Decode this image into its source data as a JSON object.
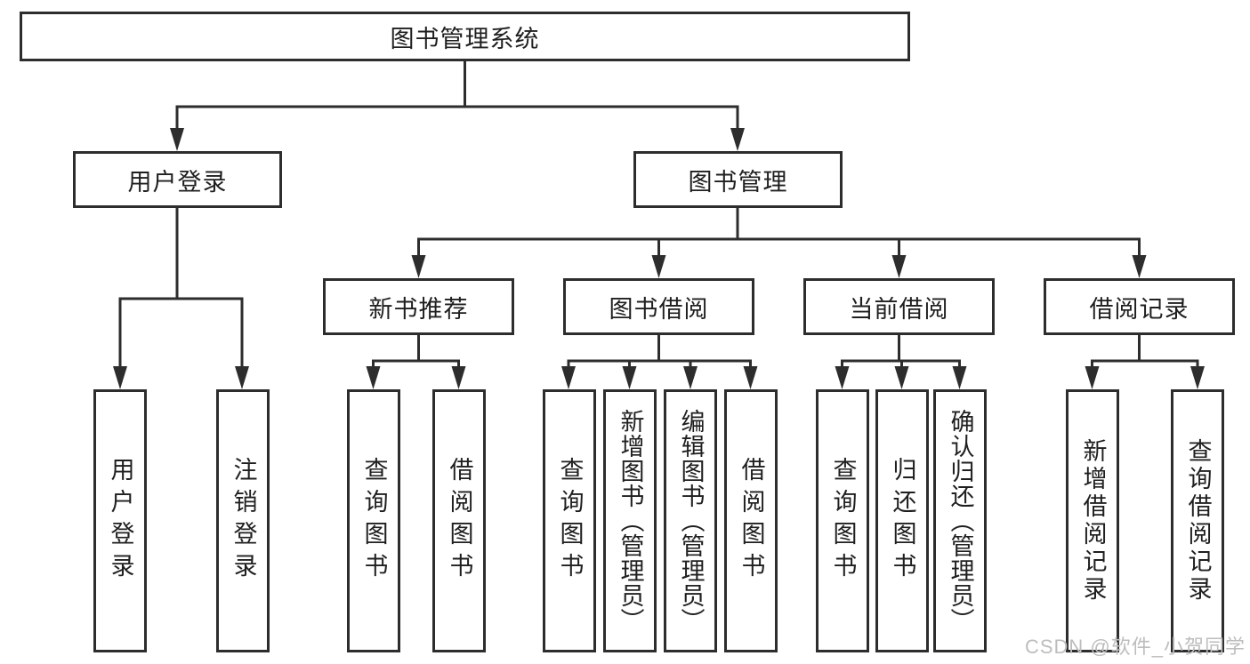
{
  "colors": {
    "background": "#ffffff",
    "line": "#2d2d2d",
    "box_border": "#2d2d2d",
    "text": "#1f1f1f",
    "watermark": "#bdbdbd"
  },
  "nodes": {
    "root": "图书管理系统",
    "level2": {
      "user_login": "用户登录",
      "book_management": "图书管理"
    },
    "level3": {
      "new_book_recommend": "新书推荐",
      "book_borrow": "图书借阅",
      "current_borrow": "当前借阅",
      "borrow_records": "借阅记录"
    },
    "leaves": {
      "user_login": [
        "用户登录",
        "注销登录"
      ],
      "new_book_recommend": [
        "查询图书",
        "借阅图书"
      ],
      "book_borrow": [
        "查询图书",
        "新增图书（管理员）",
        "编辑图书（管理员）",
        "借阅图书"
      ],
      "current_borrow": [
        "查询图书",
        "归还图书",
        "确认归还（管理员）"
      ],
      "borrow_records": [
        "新增借阅记录",
        "查询借阅记录"
      ]
    }
  },
  "watermark": "CSDN @软件_小贺同学"
}
